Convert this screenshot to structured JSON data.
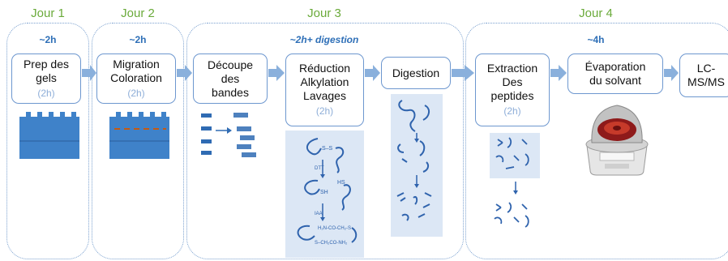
{
  "days": [
    {
      "label": "Jour 1",
      "duration": "~2h"
    },
    {
      "label": "Jour 2",
      "duration": "~2h"
    },
    {
      "label": "Jour 3",
      "duration": "~2h+ digestion"
    },
    {
      "label": "Jour 4",
      "duration": "~4h"
    }
  ],
  "steps": {
    "prep": {
      "lines": [
        "Prep des",
        "gels"
      ],
      "time": "(2h)"
    },
    "migration": {
      "lines": [
        "Migration",
        "Coloration"
      ],
      "time": "(2h)"
    },
    "decoupe": {
      "lines": [
        "Découpe",
        "des",
        "bandes"
      ]
    },
    "reduction": {
      "lines": [
        "Réduction",
        "Alkylation",
        "Lavages"
      ],
      "time": "(2h)"
    },
    "digestion": {
      "lines": [
        "Digestion"
      ]
    },
    "extraction": {
      "lines": [
        "Extraction",
        "Des",
        "peptides"
      ],
      "time": "(2h)"
    },
    "evaporation": {
      "lines": [
        "Évaporation",
        "du solvant"
      ]
    },
    "lcms": {
      "lines": [
        "LC-",
        "MS/MS"
      ]
    }
  },
  "chemistry": {
    "bond1": "S–S",
    "reagent1": "DTT",
    "sh_left": "SH",
    "sh_right": "HS",
    "reagent2": "IAA",
    "product_top": "H₂N-CO-CH₂-S",
    "product_bottom": "S–CH₂CO-NH₂"
  },
  "colors": {
    "day_label": "#6aaa3a",
    "duration": "#2e6fb7",
    "box_border": "#6d97cf",
    "arrow": "#8ab0dc",
    "gel": "#3f82c9",
    "panel": "#dce7f5",
    "peptide": "#2f63ad",
    "band_cut": "#c55a11"
  },
  "icons": [
    "flow-arrow-icon",
    "gel-icon",
    "band-cutting-icon",
    "protein-chain-icon",
    "peptide-fragment-icon",
    "centrifuge-evaporator-icon"
  ]
}
